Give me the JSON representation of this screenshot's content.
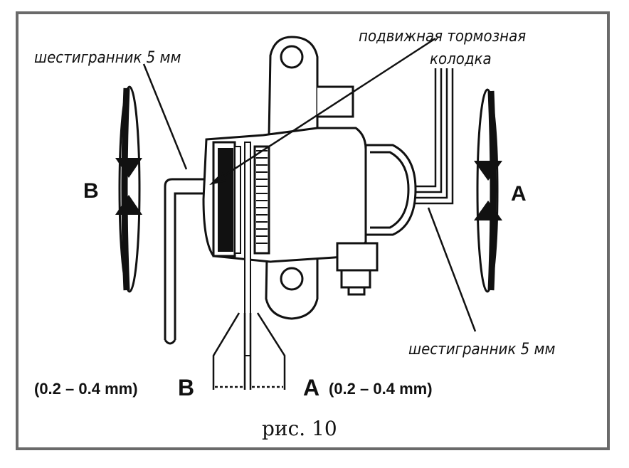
{
  "labels": {
    "hex_left": "шестигранник 5 мм",
    "hex_right": "шестигранник 5 мм",
    "pad_line1": "подвижная тормозная",
    "pad_line2": "колодка",
    "letter_b": "B",
    "letter_a": "A",
    "gap_b_range": "(0.2 – 0.4 mm)",
    "gap_b_letter": "B",
    "gap_a_letter": "A",
    "gap_a_range": "(0.2 – 0.4 mm)",
    "caption": "рис. 10"
  },
  "colors": {
    "ink": "#111111",
    "frame": "#6a6a6a"
  }
}
